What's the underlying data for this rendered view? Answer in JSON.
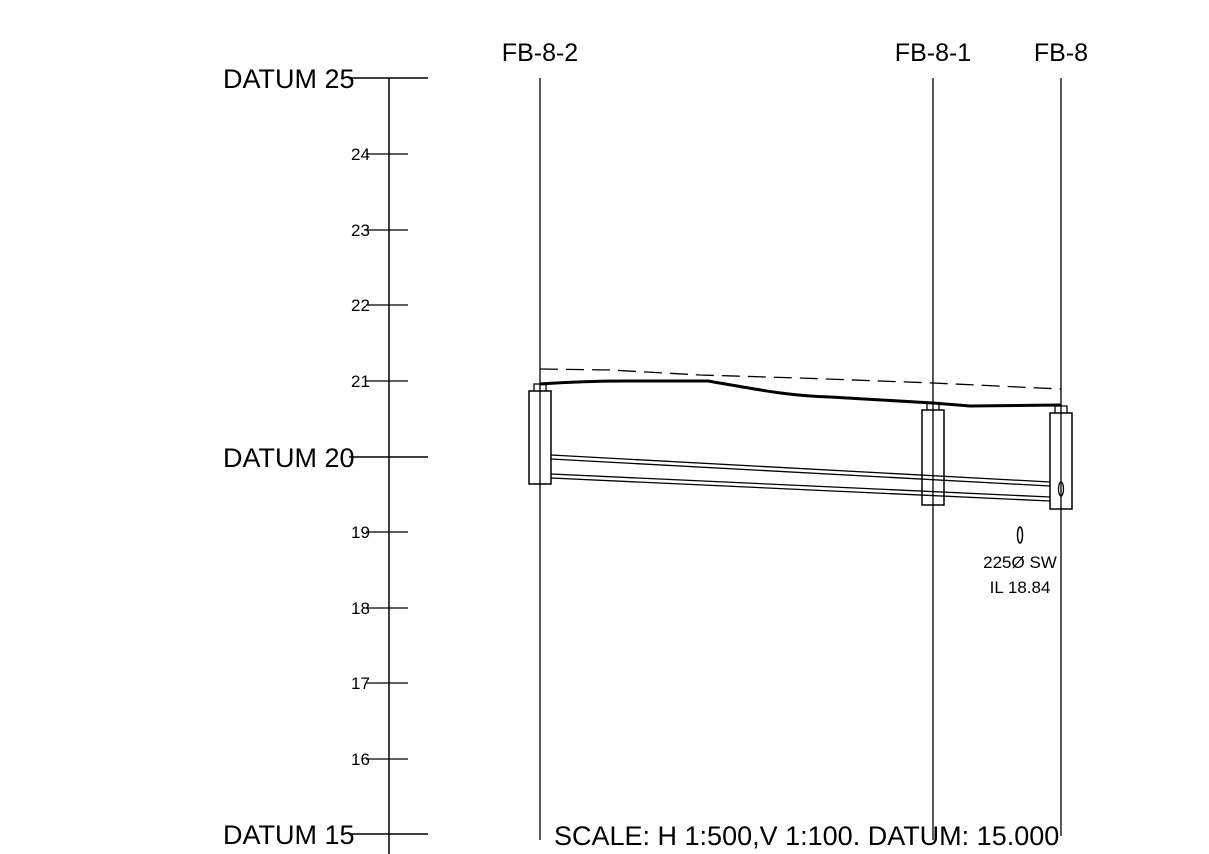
{
  "axis": {
    "datum_labels": [
      {
        "value": 25,
        "text": "DATUM 25"
      },
      {
        "value": 20,
        "text": "DATUM 20"
      },
      {
        "value": 15,
        "text": "DATUM 15"
      }
    ],
    "tick_labels": [
      {
        "value": 24,
        "text": "24"
      },
      {
        "value": 23,
        "text": "23"
      },
      {
        "value": 22,
        "text": "22"
      },
      {
        "value": 21,
        "text": "21"
      },
      {
        "value": 19,
        "text": "19"
      },
      {
        "value": 18,
        "text": "18"
      },
      {
        "value": 17,
        "text": "17"
      },
      {
        "value": 16,
        "text": "16"
      }
    ]
  },
  "stations": [
    {
      "id": "fb-8-2",
      "label": "FB-8-2"
    },
    {
      "id": "fb-8-1",
      "label": "FB-8-1"
    },
    {
      "id": "fb-8",
      "label": "FB-8"
    }
  ],
  "pipe_note": {
    "line1": "225Ø SW",
    "line2": "IL 18.84"
  },
  "scale_text": "SCALE: H 1:500,V 1:100. DATUM: 15.000"
}
